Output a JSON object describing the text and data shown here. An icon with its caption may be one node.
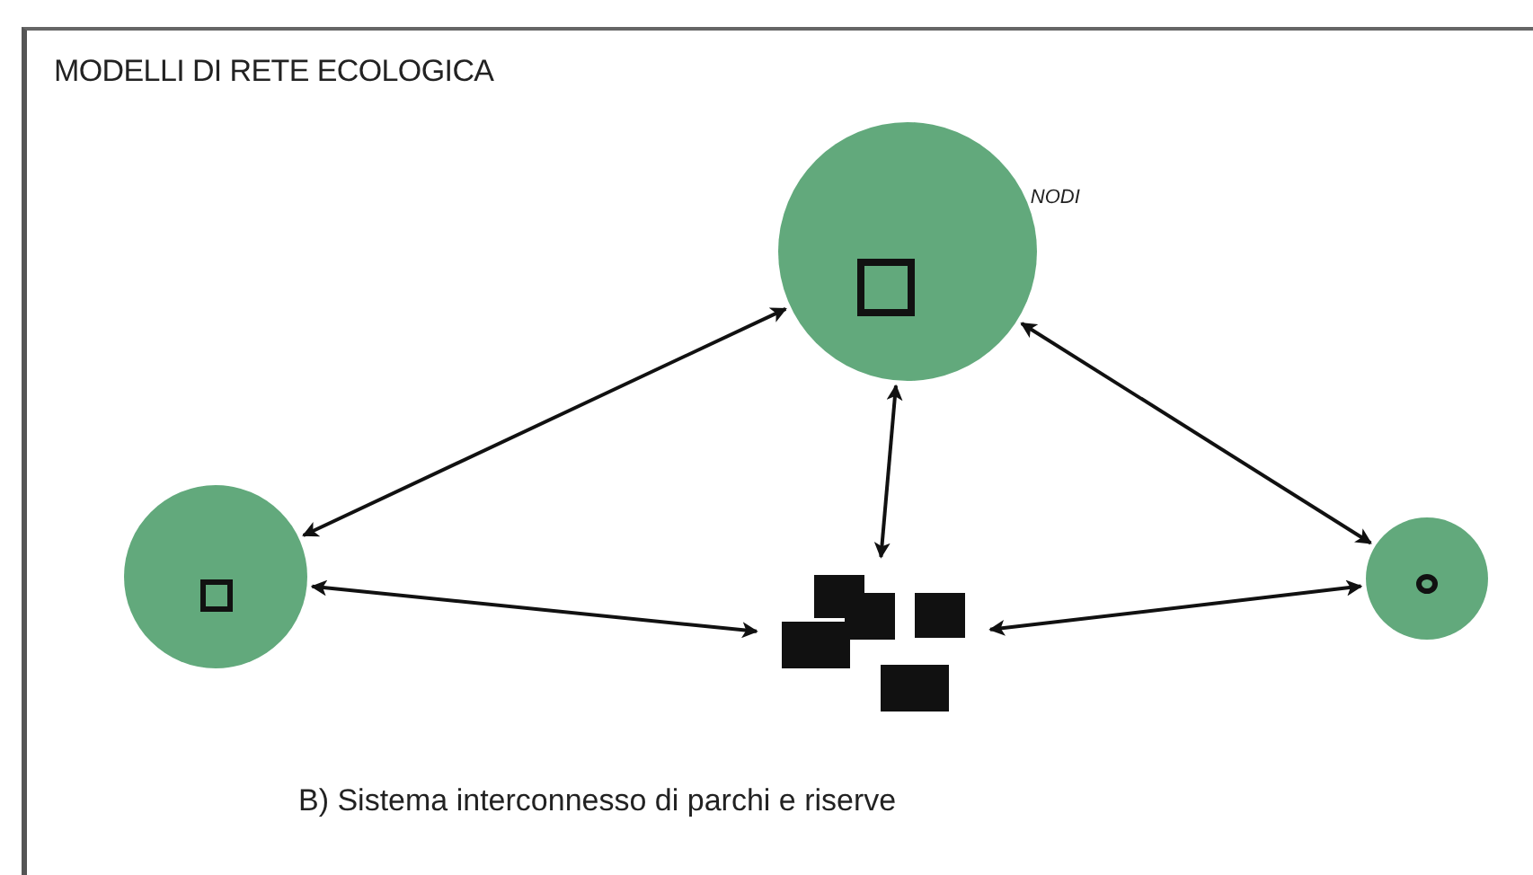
{
  "diagram": {
    "title": "MODELLI DI RETE ECOLOGICA",
    "caption": "B) Sistema interconnesso di parchi e riserve",
    "nodes": [
      {
        "text": [],
        "shape": "circle",
        "beside": [
          "NODI"
        ]
      },
      {
        "text": [],
        "shape": "circle"
      },
      {
        "text": [],
        "shape": "circle"
      },
      {
        "text": [],
        "shape": "box"
      }
    ],
    "edges": [
      {
        "from": 0,
        "to": 1,
        "arrow": "both"
      },
      {
        "from": 0,
        "to": 3,
        "arrow": "both"
      },
      {
        "from": 0,
        "to": 2,
        "arrow": "both"
      },
      {
        "from": 1,
        "to": 3,
        "arrow": "both"
      },
      {
        "from": 3,
        "to": 2,
        "arrow": "both"
      }
    ]
  }
}
